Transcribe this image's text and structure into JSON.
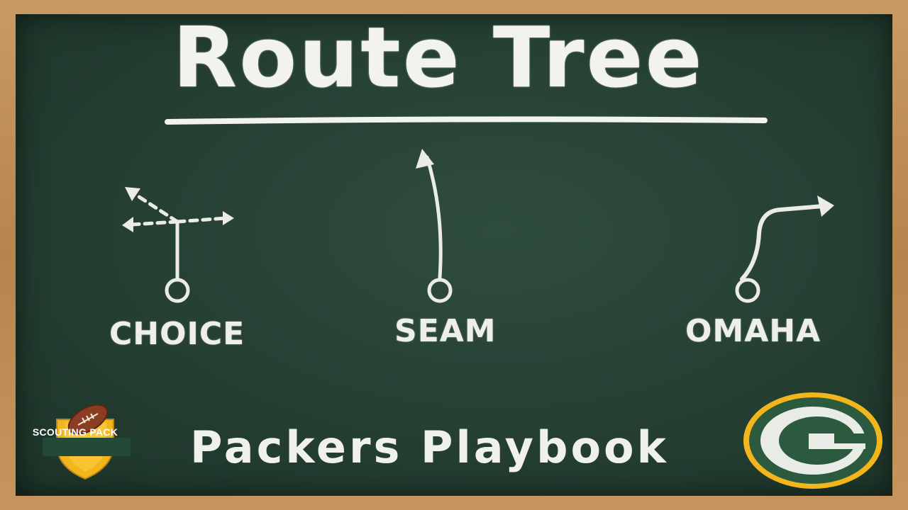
{
  "title": "Route Tree",
  "routes": [
    {
      "label": "CHOICE"
    },
    {
      "label": "SEAM"
    },
    {
      "label": "OMAHA"
    }
  ],
  "footer": "Packers Playbook",
  "badge": {
    "text": "SCOUTING PACK"
  },
  "colors": {
    "chalkboard": "#253f33",
    "chalk": "#f3f3ee",
    "frame": "#b8834f",
    "packers_green": "#1f4a35",
    "packers_gold": "#f2b51c"
  },
  "icons": [
    "football-icon",
    "packers-g-logo"
  ]
}
